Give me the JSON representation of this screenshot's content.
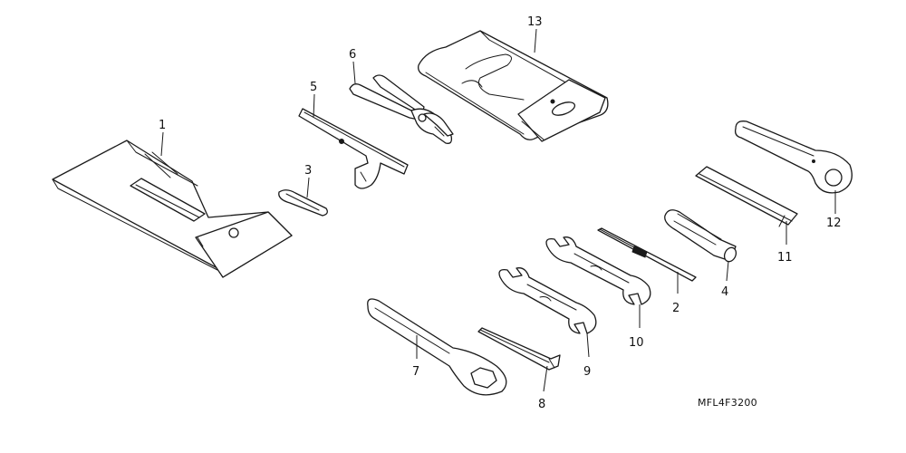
{
  "diagram": {
    "drawing_code": "MFL4F3200",
    "callouts": {
      "tool_bag": "1",
      "screwdriver_blade": "2",
      "screwdriver_grip": "3",
      "screwdriver_handle": "4",
      "pin_spanner": "5",
      "pliers": "6",
      "ring_wrench_7": "7",
      "hex_key": "8",
      "open_end_wrench_9": "9",
      "open_end_wrench_10": "10",
      "extension_bar": "11",
      "ring_wrench_12": "12",
      "tool_case": "13"
    }
  }
}
